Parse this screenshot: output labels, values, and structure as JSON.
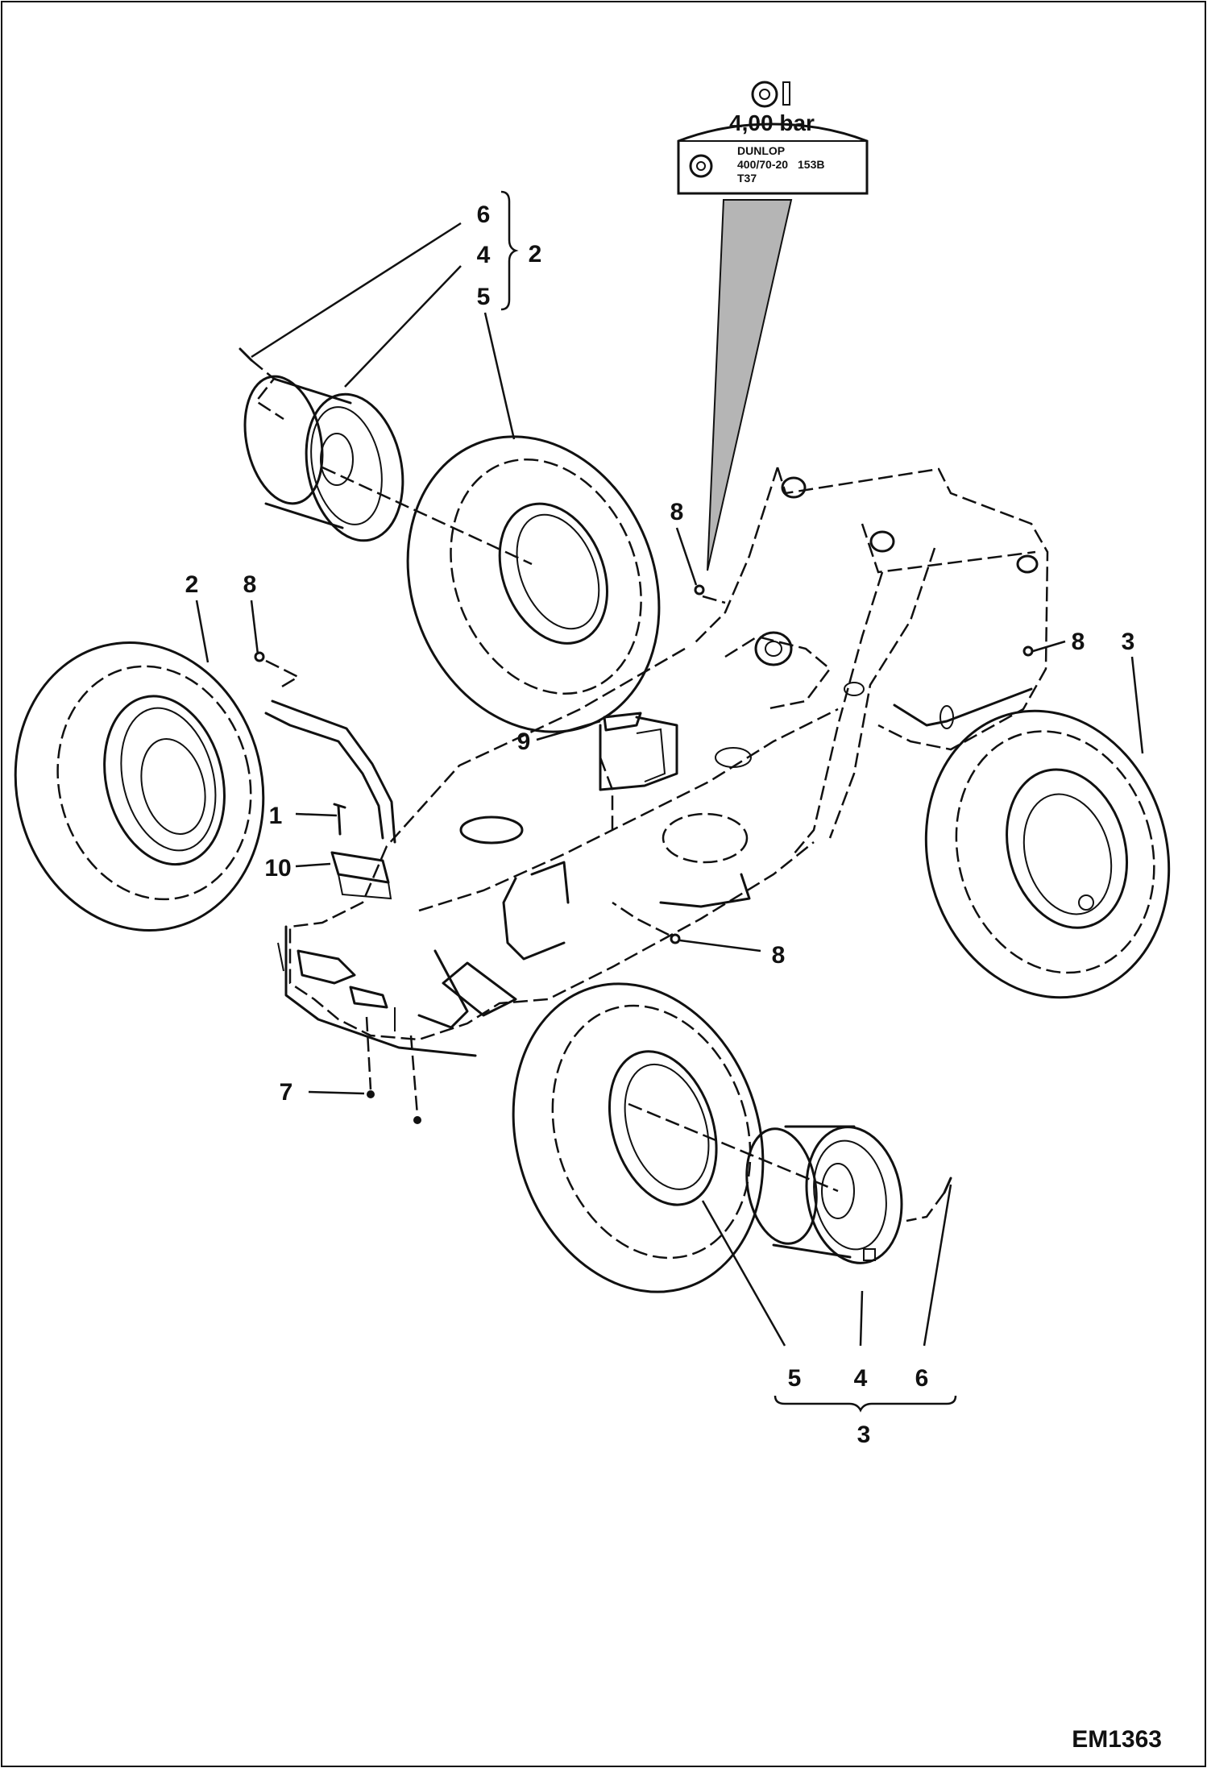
{
  "drawing_code": "EM1363",
  "tire_label": {
    "pressure": "4,00 bar",
    "brand": "DUNLOP",
    "size": "400/70-20",
    "load_index": "153B",
    "pattern": "T37"
  },
  "callouts": {
    "group_top": {
      "items": [
        "6",
        "4",
        "5"
      ],
      "group": "2"
    },
    "group_bottom": {
      "items": [
        "5",
        "4",
        "6"
      ],
      "group": "3"
    },
    "left_wheel": "2",
    "left_fitting": "8",
    "frame_top_fitting": "8",
    "right_fitting": "8",
    "right_wheel": "3",
    "bracket": "9",
    "bolt": "1",
    "block": "10",
    "front_fitting": "8",
    "nut": "7"
  },
  "colors": {
    "line": "#111111",
    "pointer": "#b5b5b5",
    "background": "#ffffff"
  }
}
